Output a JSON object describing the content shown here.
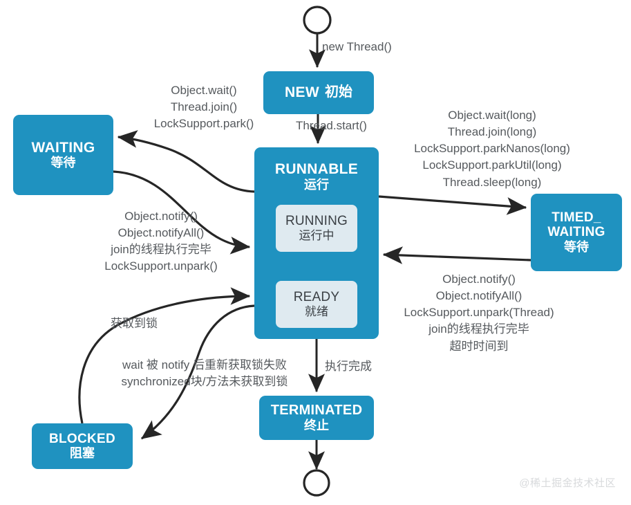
{
  "diagram": {
    "title": "Java Thread State Transition Diagram",
    "colors": {
      "state_fill": "#1f92c0",
      "substate_fill": "#dfeaf0",
      "substate_text": "#3b4045",
      "edge_stroke": "#262626",
      "inner_arrow": "#f0ee5a",
      "label_text": "#55595d",
      "background": "#ffffff",
      "watermark": "#d8dadc"
    },
    "states": {
      "start_node": "start-circle",
      "end_node": "end-circle",
      "new": {
        "en": "NEW",
        "cn": "初始"
      },
      "waiting": {
        "en": "WAITING",
        "cn": "等待"
      },
      "runnable": {
        "en": "RUNNABLE",
        "cn": "运行"
      },
      "running": {
        "en": "RUNNING",
        "cn": "运行中"
      },
      "ready": {
        "en": "READY",
        "cn": "就绪"
      },
      "timed_waiting": {
        "en_line1": "TIMED_",
        "en_line2": "WAITING",
        "cn": "等待"
      },
      "blocked": {
        "en": "BLOCKED",
        "cn": "阻塞"
      },
      "terminated": {
        "en": "TERMINATED",
        "cn": "终止"
      }
    },
    "transitions": {
      "start_to_new": "new Thread()",
      "new_to_runnable": "Thread.start()",
      "runnable_to_waiting": "Object.wait()\nThread.join()\nLockSupport.park()",
      "waiting_to_runnable": "Object.notify()\nObject.notifyAll()\njoin的线程执行完毕\nLockSupport.unpark()",
      "runnable_to_timed": "Object.wait(long)\nThread.join(long)\nLockSupport.parkNanos(long)\nLockSupport.parkUtil(long)\nThread.sleep(long)",
      "timed_to_runnable": "Object.notify()\nObject.notifyAll()\nLockSupport.unpark(Thread)\njoin的线程执行完毕\n超时时间到",
      "blocked_to_runnable": "获取到锁",
      "runnable_to_blocked": "wait 被 notify 后重新获取锁失败\nsynchronized块/方法未获取到锁",
      "runnable_to_terminated": "执行完成"
    },
    "watermark": "@稀土掘金技术社区"
  }
}
